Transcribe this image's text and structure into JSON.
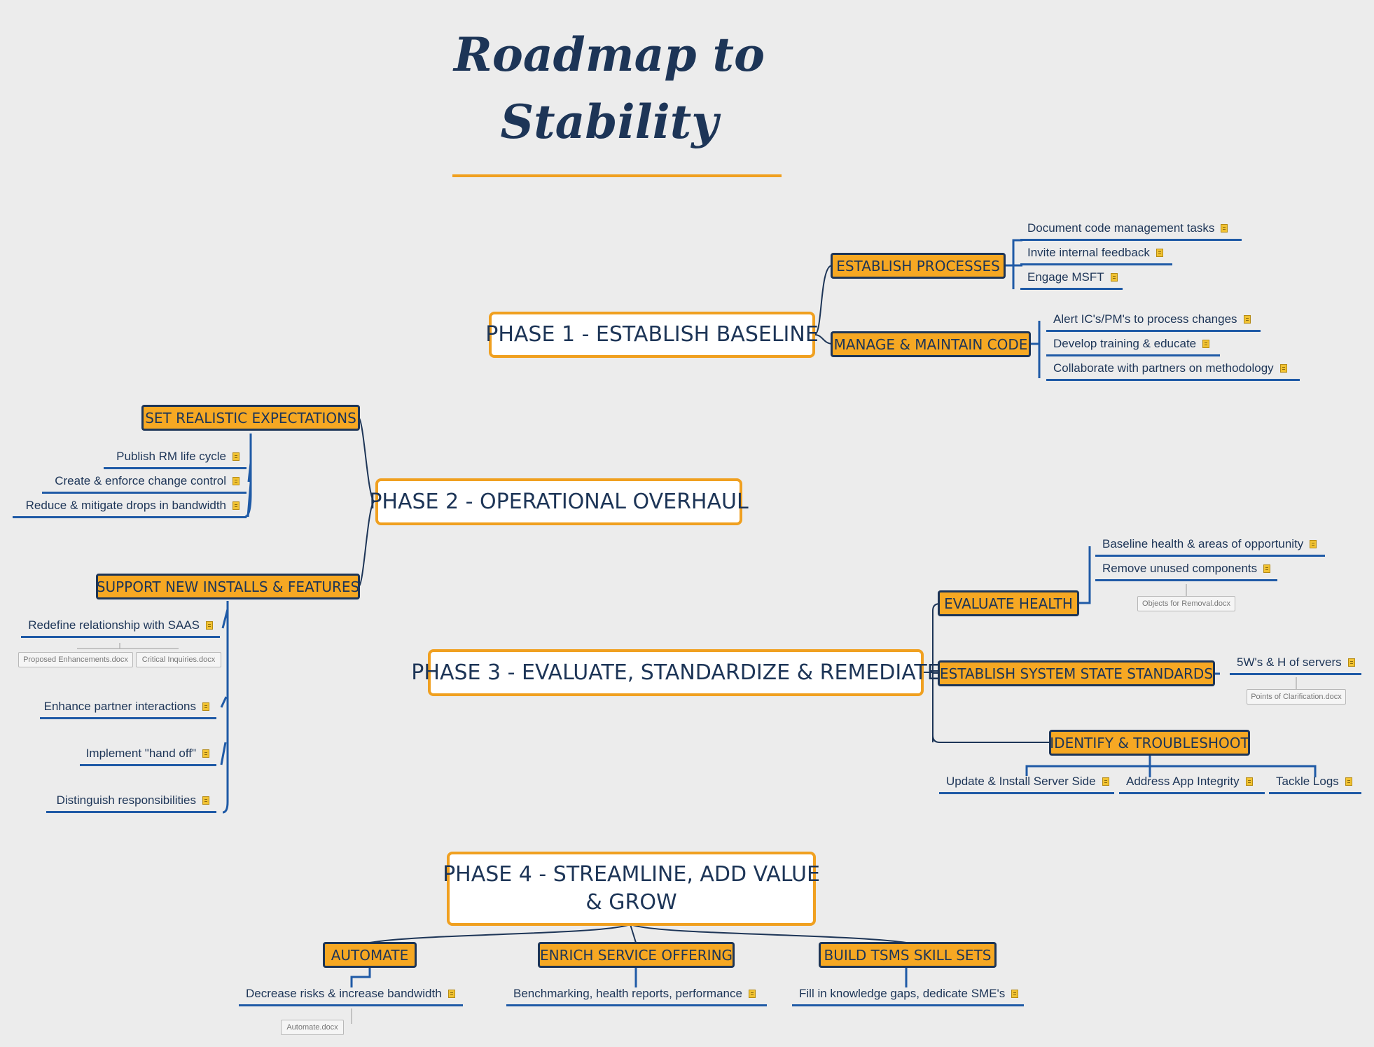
{
  "title": {
    "line1": "Roadmap to",
    "line2": "Stability"
  },
  "phase1": {
    "label": "PHASE 1 - ESTABLISH BASELINE",
    "establish_processes": {
      "label": "ESTABLISH PROCESSES",
      "items": [
        "Document code management tasks",
        "Invite internal feedback",
        "Engage MSFT"
      ]
    },
    "manage_code": {
      "label": "MANAGE & MAINTAIN CODE",
      "items": [
        "Alert IC's/PM's to process changes",
        "Develop training & educate",
        "Collaborate with partners on methodology"
      ]
    }
  },
  "phase2": {
    "label": "PHASE 2 - OPERATIONAL OVERHAUL",
    "set_expectations": {
      "label": "SET REALISTIC EXPECTATIONS",
      "items": [
        "Publish RM life cycle",
        "Create & enforce change control",
        "Reduce & mitigate drops in bandwidth"
      ]
    },
    "support_installs": {
      "label": "SUPPORT NEW INSTALLS & FEATURES",
      "items": [
        "Redefine relationship with SAAS",
        "Enhance partner interactions",
        "Implement \"hand off\"",
        "Distinguish responsibilities"
      ],
      "attachments": [
        "Proposed Enhancements.docx",
        "Critical Inquiries.docx"
      ]
    }
  },
  "phase3": {
    "label": "PHASE 3 - EVALUATE, STANDARDIZE & REMEDIATE",
    "evaluate_health": {
      "label": "EVALUATE HEALTH",
      "items": [
        "Baseline health & areas of opportunity",
        "Remove unused components"
      ],
      "attachment": "Objects for Removal.docx"
    },
    "system_standards": {
      "label": "ESTABLISH SYSTEM STATE STANDARDS",
      "items": [
        "5W's & H of servers"
      ],
      "attachment": "Points of Clarification.docx"
    },
    "troubleshoot": {
      "label": "IDENTIFY & TROUBLESHOOT",
      "items": [
        "Update & Install Server Side",
        "Address App Integrity",
        "Tackle Logs"
      ]
    }
  },
  "phase4": {
    "label_line1": "PHASE 4 - STREAMLINE, ADD VALUE",
    "label_line2": "& GROW",
    "automate": {
      "label": "AUTOMATE",
      "items": [
        "Decrease risks & increase bandwidth"
      ],
      "attachment": "Automate.docx"
    },
    "enrich": {
      "label": "ENRICH SERVICE OFFERING",
      "items": [
        "Benchmarking, health reports, performance"
      ]
    },
    "skills": {
      "label": "BUILD TSMS SKILL SETS",
      "items": [
        "Fill in knowledge gaps, dedicate SME's"
      ]
    }
  },
  "colors": {
    "accent": "#f0a020",
    "topic_fill": "#f6a823",
    "ink": "#1d3557",
    "branch": "#1f5aa6",
    "background": "#ececec"
  },
  "icons": {
    "note": "note-icon"
  }
}
